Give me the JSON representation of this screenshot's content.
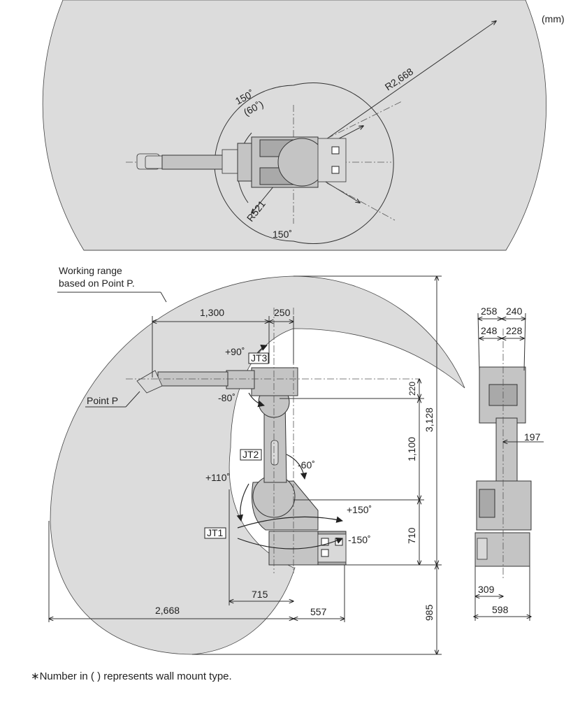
{
  "unit_label": "(mm)",
  "footnote": "∗Number in ( ) represents wall mount type.",
  "top_view": {
    "reach_radius": "R2,668",
    "inner_radius": "R521",
    "rotation_upper": "150˚",
    "rotation_upper_wall": "(60˚)",
    "rotation_lower": "150˚"
  },
  "side_view": {
    "working_range_line1": "Working range",
    "working_range_line2": "based on Point P.",
    "point_p": "Point P",
    "jt1": "JT1",
    "jt2": "JT2",
    "jt3": "JT3",
    "jt3_plus": "+90˚",
    "jt3_minus": "-80˚",
    "jt2_plus": "+110˚",
    "jt2_minus": "-60˚",
    "jt1_plus": "+150˚",
    "jt1_minus": "-150˚",
    "dim_1300": "1,300",
    "dim_250": "250",
    "dim_220": "220",
    "dim_1100": "1,100",
    "dim_3128": "3,128",
    "dim_710": "710",
    "dim_985": "985",
    "dim_715": "715",
    "dim_2668": "2,668",
    "dim_557": "557"
  },
  "front_view": {
    "dim_258": "258",
    "dim_240": "240",
    "dim_248": "248",
    "dim_228": "228",
    "dim_197": "197",
    "dim_309": "309",
    "dim_598": "598"
  }
}
